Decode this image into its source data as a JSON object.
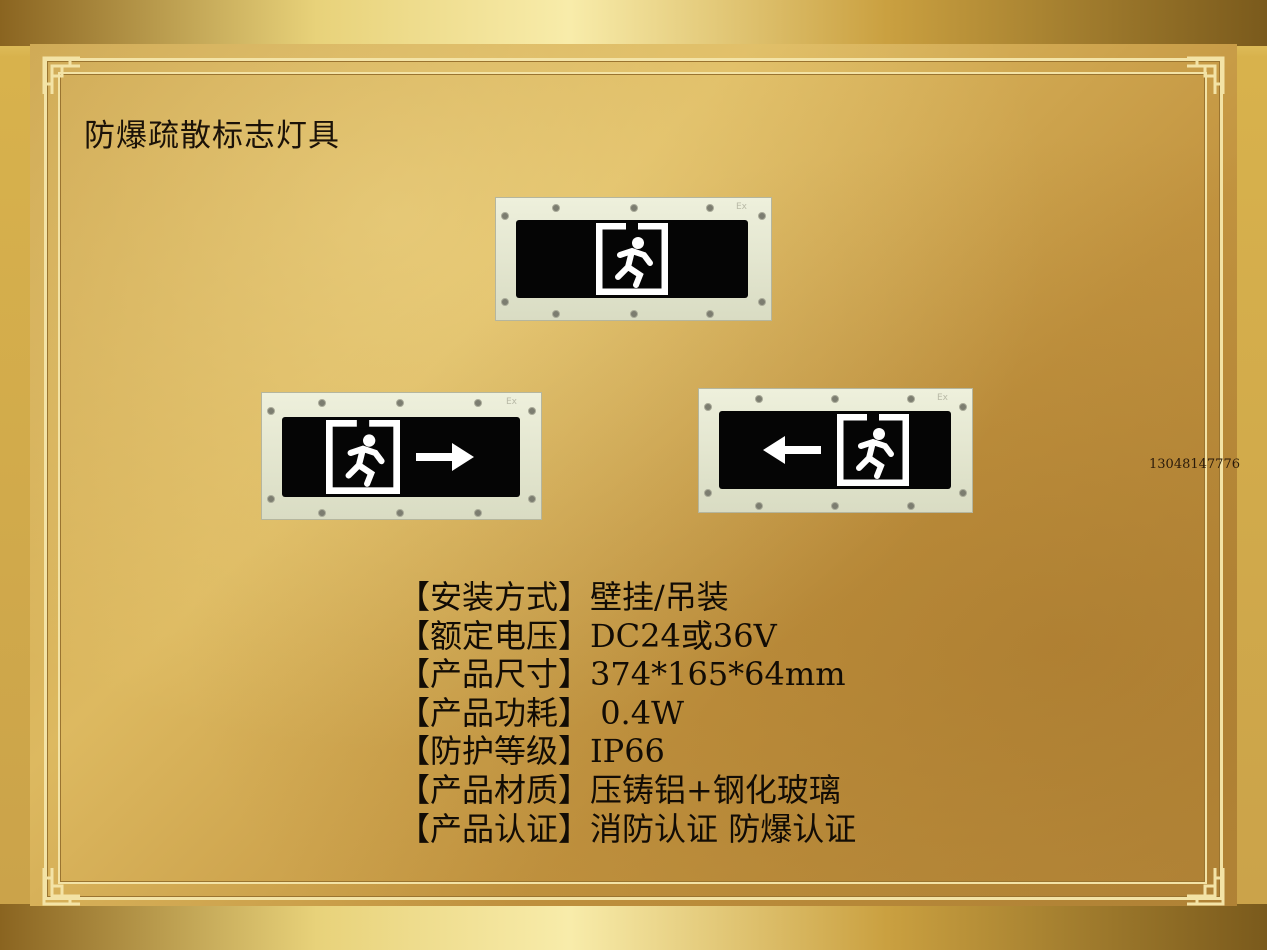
{
  "title": "防爆疏散标志灯具",
  "contact": {
    "phone": "13048147776"
  },
  "signs": [
    {
      "variant": "exit-only",
      "icon": "running-man-exit-icon"
    },
    {
      "variant": "exit-arrow-right",
      "icon": "running-man-exit-icon",
      "arrow": "→"
    },
    {
      "variant": "exit-arrow-left",
      "icon": "running-man-exit-icon",
      "arrow": "←"
    }
  ],
  "specs": [
    {
      "label": "【安装方式】",
      "value": "壁挂/吊装"
    },
    {
      "label": "【额定电压】",
      "value": "DC24或36V"
    },
    {
      "label": "【产品尺寸】",
      "value": "374*165*64mm"
    },
    {
      "label": "【产品功耗】",
      "value": " 0.4W"
    },
    {
      "label": "【防护等级】",
      "value": "IP66"
    },
    {
      "label": "【产品材质】",
      "value": "压铸铝+钢化玻璃"
    },
    {
      "label": "【产品认证】",
      "value": "消防认证 防爆认证"
    }
  ],
  "colors": {
    "gold": "#d2aa54",
    "frame": "#f3e3a6",
    "text": "#120c05",
    "sign_body": "#e6e8d2",
    "screen": "#050505"
  }
}
